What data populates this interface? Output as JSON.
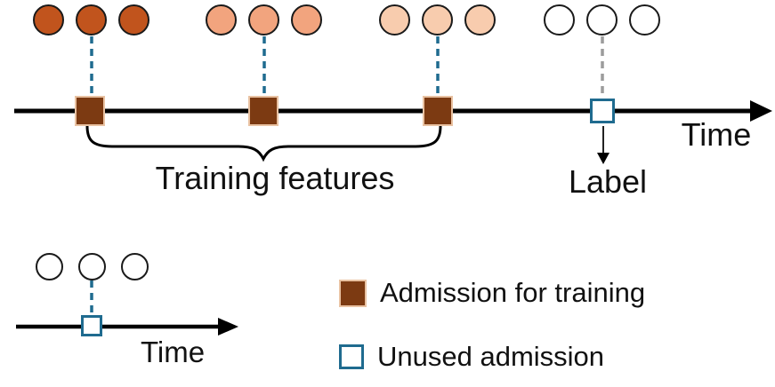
{
  "diagram": {
    "top": {
      "time_label": "Time",
      "brace_label": "Training features",
      "label_text": "Label",
      "groups": [
        {
          "id": "training-group-1",
          "circles": 3,
          "circle_color": "#c1541d",
          "marker": "filled-brown-square"
        },
        {
          "id": "training-group-2",
          "circles": 3,
          "circle_color": "#f2a47e",
          "marker": "filled-brown-square"
        },
        {
          "id": "training-group-3",
          "circles": 3,
          "circle_color": "#f8ccae",
          "marker": "filled-brown-square"
        },
        {
          "id": "unused-group",
          "circles": 3,
          "circle_color": "#ffffff",
          "marker": "open-blue-square"
        }
      ]
    },
    "mini": {
      "time_label": "Time",
      "circles": 3,
      "circle_color": "#ffffff",
      "marker": "open-blue-square"
    },
    "legend": {
      "items": [
        {
          "label": "Admission for training",
          "swatch": "filled-brown-square",
          "color": "#7c3a12"
        },
        {
          "label": "Unused admission",
          "swatch": "open-blue-square",
          "color": "#1f6b8f"
        }
      ]
    }
  },
  "colors": {
    "orange-dark": "#c1541d",
    "orange-mid": "#f2a47e",
    "orange-light": "#f8ccae",
    "brown": "#7c3a12",
    "brown-border": "#e9c2a2",
    "teal": "#1f6b8f",
    "gray-dash": "#9c9c9c",
    "line-black": "#000000",
    "circle-stroke": "#1a1a1a"
  }
}
